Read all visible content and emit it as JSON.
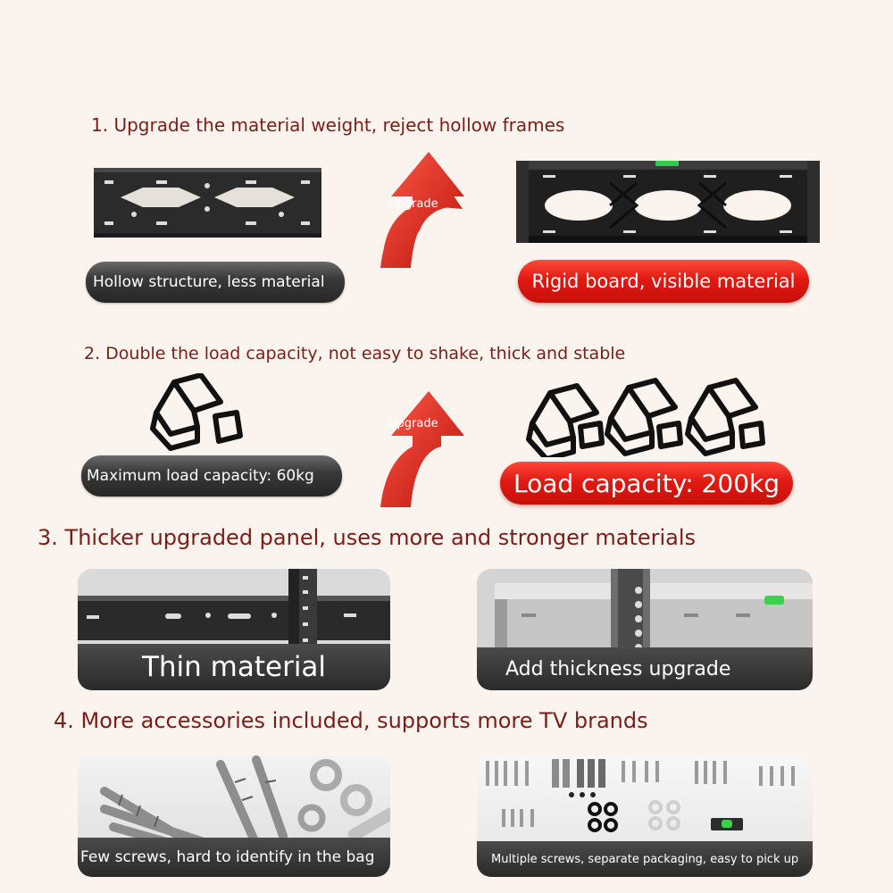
{
  "sections": [
    {
      "title": "1. Upgrade the material weight, reject hollow frames",
      "left_label": "Hollow structure, less material",
      "arrow_label": "Upgrade",
      "right_label": "Rigid board, visible material"
    },
    {
      "title": "2. Double the load capacity, not easy to shake, thick and stable",
      "left_label": "Maximum load capacity: 60kg",
      "arrow_label": "Upgrade",
      "right_label": "Load capacity: 200kg"
    },
    {
      "title": "3. Thicker upgraded panel, uses more and stronger materials",
      "left_label": "Thin material",
      "right_label": "Add thickness upgrade"
    },
    {
      "title": "4. More accessories included, supports more TV brands",
      "left_label": "Few screws, hard to identify in the bag",
      "right_label": "Multiple screws, separate packaging, easy to pick up"
    }
  ],
  "colors": {
    "heading": "#7a1d18",
    "accent_red": "#e01a12",
    "dark_pill": "#2e2e2e",
    "background": "#fbf4ee"
  },
  "icons": [
    "bracket-icon",
    "upgrade-arrow-icon",
    "gold-bar-icon",
    "screw-icon",
    "washer-icon",
    "spirit-level-icon"
  ]
}
